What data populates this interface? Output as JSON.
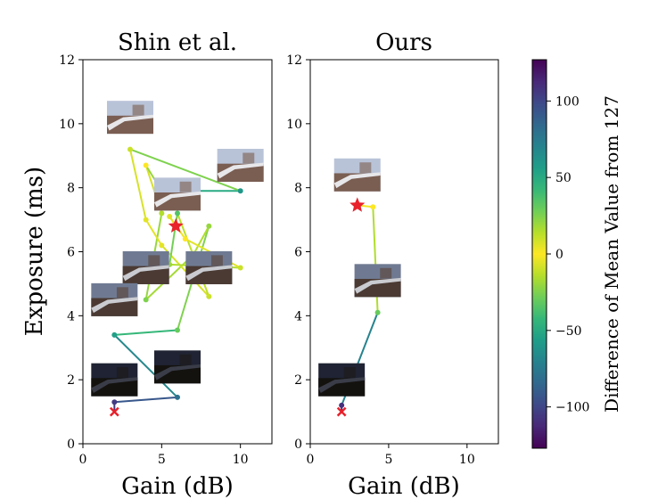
{
  "chart_data": [
    {
      "type": "line",
      "title": "Shin et al.",
      "xlabel": "Gain (dB)",
      "ylabel": "Exposure (ms)",
      "xlim": [
        0,
        12
      ],
      "ylim": [
        0,
        12
      ],
      "xticks": [
        0,
        5,
        10
      ],
      "yticks": [
        0,
        2,
        4,
        6,
        8,
        10,
        12
      ],
      "start": {
        "x": 2.0,
        "y": 1.0,
        "marker": "x"
      },
      "end": {
        "x": 5.9,
        "y": 6.8,
        "marker": "star"
      },
      "points": [
        {
          "x": 2.0,
          "y": 1.3,
          "d": -105
        },
        {
          "x": 6.0,
          "y": 1.45,
          "d": -80
        },
        {
          "x": 2.0,
          "y": 3.4,
          "d": -55
        },
        {
          "x": 6.0,
          "y": 3.55,
          "d": -30
        },
        {
          "x": 8.0,
          "y": 6.8,
          "d": -20
        },
        {
          "x": 7.0,
          "y": 5.9,
          "d": -10
        },
        {
          "x": 4.0,
          "y": 4.5,
          "d": -25
        },
        {
          "x": 5.0,
          "y": 7.2,
          "d": -15
        },
        {
          "x": 4.0,
          "y": 8.7,
          "d": 0
        },
        {
          "x": 5.0,
          "y": 7.9,
          "d": -40
        },
        {
          "x": 10.0,
          "y": 7.9,
          "d": -60
        },
        {
          "x": 3.0,
          "y": 9.2,
          "d": 10
        },
        {
          "x": 4.0,
          "y": 7.0,
          "d": 5
        },
        {
          "x": 5.0,
          "y": 6.2,
          "d": 5
        },
        {
          "x": 8.0,
          "y": 4.6,
          "d": 10
        },
        {
          "x": 6.0,
          "y": 7.2,
          "d": -35
        },
        {
          "x": 5.5,
          "y": 5.6,
          "d": -20
        },
        {
          "x": 10.0,
          "y": 5.5,
          "d": -10
        },
        {
          "x": 6.5,
          "y": 6.4,
          "d": 0
        },
        {
          "x": 5.5,
          "y": 7.1,
          "d": 5
        },
        {
          "x": 5.9,
          "y": 6.8,
          "d": 3
        }
      ],
      "thumbnails": [
        {
          "x": 3.0,
          "y": 10.2,
          "brightness": "bright"
        },
        {
          "x": 10.0,
          "y": 8.7,
          "brightness": "bright"
        },
        {
          "x": 6.0,
          "y": 7.8,
          "brightness": "bright"
        },
        {
          "x": 4.0,
          "y": 5.5,
          "brightness": "mid"
        },
        {
          "x": 8.0,
          "y": 5.5,
          "brightness": "mid"
        },
        {
          "x": 2.0,
          "y": 4.5,
          "brightness": "mid"
        },
        {
          "x": 6.0,
          "y": 2.4,
          "brightness": "dark"
        },
        {
          "x": 2.0,
          "y": 2.0,
          "brightness": "dark"
        }
      ]
    },
    {
      "type": "line",
      "title": "Ours",
      "xlabel": "Gain (dB)",
      "ylabel": "",
      "xlim": [
        0,
        12
      ],
      "ylim": [
        0,
        12
      ],
      "xticks": [
        0,
        5,
        10
      ],
      "yticks": [
        0,
        2,
        4,
        6,
        8,
        10,
        12
      ],
      "start": {
        "x": 2.0,
        "y": 1.0,
        "marker": "x"
      },
      "end": {
        "x": 3.0,
        "y": 7.45,
        "marker": "star"
      },
      "points": [
        {
          "x": 2.0,
          "y": 1.2,
          "d": -110
        },
        {
          "x": 4.3,
          "y": 4.1,
          "d": -30
        },
        {
          "x": 4.0,
          "y": 7.4,
          "d": 0
        },
        {
          "x": 3.0,
          "y": 7.45,
          "d": 3
        }
      ],
      "thumbnails": [
        {
          "x": 3.0,
          "y": 8.4,
          "brightness": "bright"
        },
        {
          "x": 4.3,
          "y": 5.1,
          "brightness": "mid"
        },
        {
          "x": 2.0,
          "y": 2.0,
          "brightness": "dark"
        }
      ]
    }
  ],
  "colorbar": {
    "label": "Difference of Mean Value from 127",
    "range": [
      -127,
      127
    ],
    "ticks": [
      100,
      50,
      0,
      -50,
      -100
    ],
    "tick_labels": [
      "100",
      "50",
      "0",
      "−50",
      "−100"
    ],
    "colormap": "viridis_r",
    "colors": [
      "#fde725",
      "#b5de2b",
      "#6ece58",
      "#35b779",
      "#1f9e89",
      "#26828e",
      "#31688e",
      "#3e4989",
      "#482878",
      "#440154"
    ]
  },
  "colors": {
    "start_marker": "#e8212b",
    "end_marker": "#e8212b"
  }
}
